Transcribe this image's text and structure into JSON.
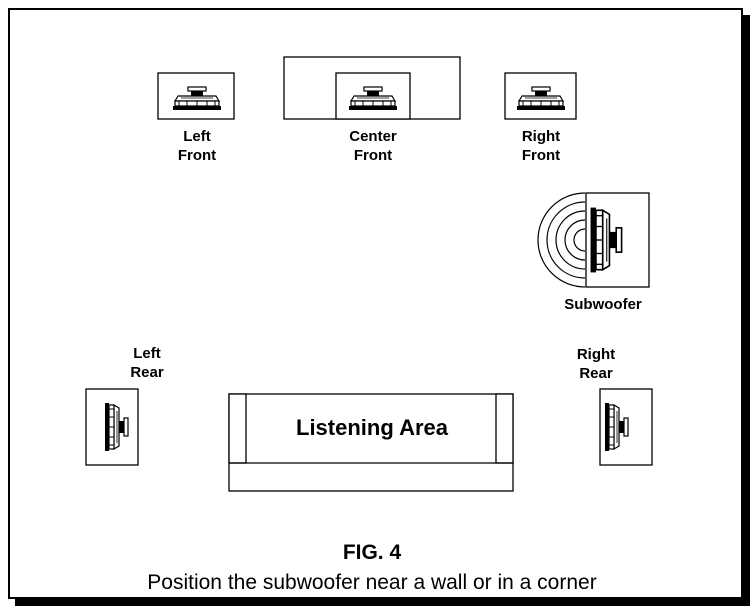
{
  "speakers": {
    "left_front": {
      "line1": "Left",
      "line2": "Front"
    },
    "center_front": {
      "line1": "Center",
      "line2": "Front"
    },
    "right_front": {
      "line1": "Right",
      "line2": "Front"
    },
    "subwoofer": {
      "label": "Subwoofer"
    },
    "left_rear": {
      "line1": "Left",
      "line2": "Rear"
    },
    "right_rear": {
      "line1": "Right",
      "line2": "Rear"
    }
  },
  "listening_area": {
    "label": "Listening Area"
  },
  "figure": {
    "title": "FIG. 4",
    "caption": "Position the subwoofer near a wall or in a corner"
  },
  "colors": {
    "ink": "#000000",
    "paper": "#ffffff"
  }
}
